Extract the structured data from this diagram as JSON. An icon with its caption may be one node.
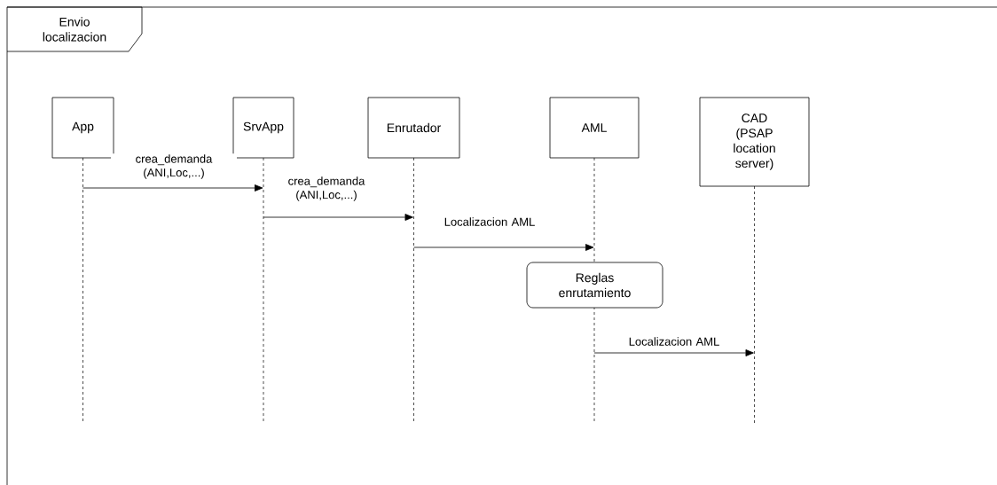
{
  "diagram": {
    "nodes": [
      {
        "text": [
          "Envio localizacion"
        ]
      },
      {
        "text": [
          "App"
        ],
        "in": 0
      },
      {
        "text": [
          "SrvApp"
        ],
        "in": 0
      },
      {
        "text": [
          "Enrutador"
        ],
        "in": 0
      },
      {
        "text": [
          "AML"
        ],
        "in": 0
      },
      {
        "text": [
          "CAD (PSAP location server)"
        ],
        "in": 0
      },
      {
        "text": [
          "Reglas enrutamiento"
        ],
        "in": 0
      }
    ],
    "edges": [
      {
        "from": 1,
        "to": 2,
        "arrow": "to",
        "label": "crea_demanda (ANI,Loc,...)"
      },
      {
        "from": 2,
        "to": 3,
        "arrow": "to",
        "label": "crea_demanda (ANI,Loc,...)"
      },
      {
        "from": 3,
        "to": 4,
        "arrow": "to",
        "label": "Localizacion AML"
      },
      {
        "from": 4,
        "to": 5,
        "arrow": "to",
        "label": "Localizacion AML"
      }
    ]
  }
}
